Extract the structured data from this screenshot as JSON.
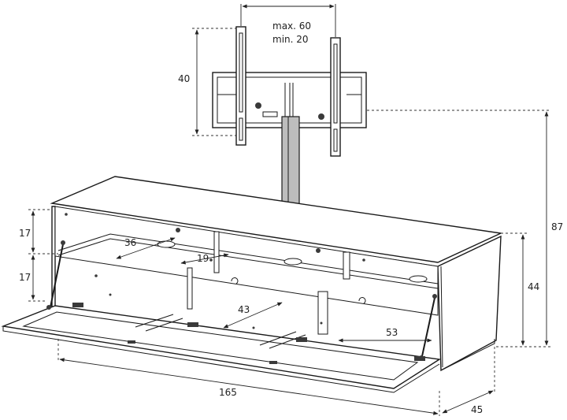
{
  "labels": {
    "vesa_width_max": "max. 60",
    "vesa_width_min": "min. 20",
    "vesa_height": "40",
    "shelf_upper": "17",
    "shelf_lower": "17",
    "depth_top": "36",
    "inner_gap": "19",
    "inner_width_mid": "43",
    "inner_width_right": "53",
    "total_width": "165",
    "cabinet_depth": "45",
    "cabinet_height": "44",
    "total_height": "87"
  },
  "colors": {
    "line": "#1a1a1a",
    "background": "#ffffff",
    "post": "#bdbdbd"
  }
}
